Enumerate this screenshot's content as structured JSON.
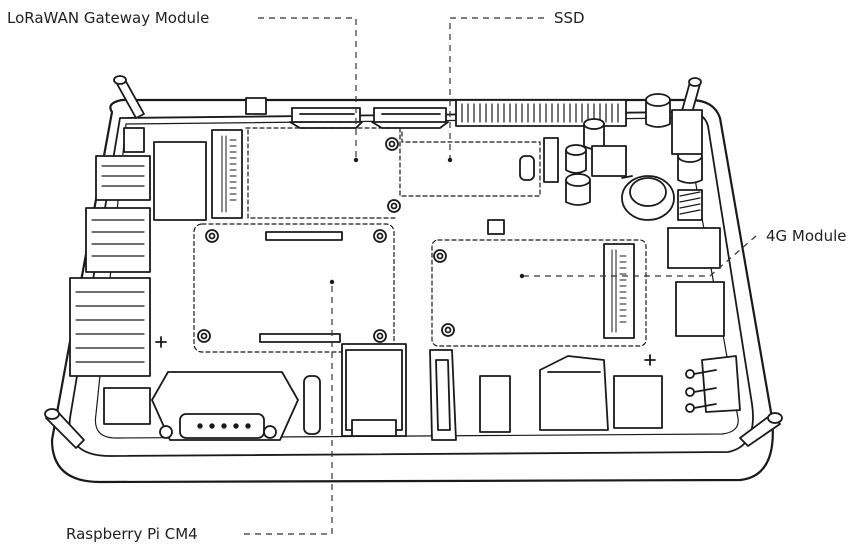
{
  "labels": {
    "lorawan": "LoRaWAN Gateway Module",
    "ssd": "SSD",
    "module_4g": "4G Module",
    "cm4": "Raspberry Pi CM4"
  },
  "colors": {
    "line": "#1a1a1a",
    "leader": "#333333",
    "background": "#ffffff"
  }
}
